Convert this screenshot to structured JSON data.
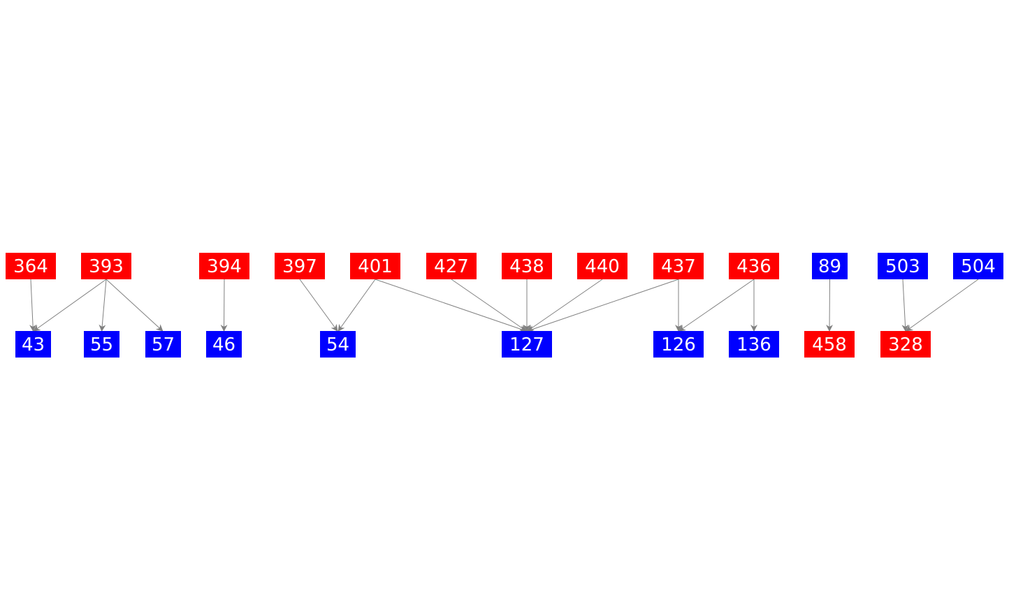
{
  "colors": {
    "red": "#ff0000",
    "blue": "#0000ff",
    "edge": "#808080"
  },
  "nodes": [
    {
      "id": "364",
      "color": "red"
    },
    {
      "id": "393",
      "color": "red"
    },
    {
      "id": "394",
      "color": "red"
    },
    {
      "id": "397",
      "color": "red"
    },
    {
      "id": "401",
      "color": "red"
    },
    {
      "id": "427",
      "color": "red"
    },
    {
      "id": "438",
      "color": "red"
    },
    {
      "id": "440",
      "color": "red"
    },
    {
      "id": "437",
      "color": "red"
    },
    {
      "id": "436",
      "color": "red"
    },
    {
      "id": "89",
      "color": "blue"
    },
    {
      "id": "503",
      "color": "blue"
    },
    {
      "id": "504",
      "color": "blue"
    },
    {
      "id": "43",
      "color": "blue"
    },
    {
      "id": "55",
      "color": "blue"
    },
    {
      "id": "57",
      "color": "blue"
    },
    {
      "id": "46",
      "color": "blue"
    },
    {
      "id": "54",
      "color": "blue"
    },
    {
      "id": "127",
      "color": "blue"
    },
    {
      "id": "126",
      "color": "blue"
    },
    {
      "id": "136",
      "color": "blue"
    },
    {
      "id": "458",
      "color": "red"
    },
    {
      "id": "328",
      "color": "red"
    }
  ],
  "edges": [
    {
      "from": "364",
      "to": "43"
    },
    {
      "from": "393",
      "to": "43"
    },
    {
      "from": "393",
      "to": "55"
    },
    {
      "from": "393",
      "to": "57"
    },
    {
      "from": "394",
      "to": "46"
    },
    {
      "from": "397",
      "to": "54"
    },
    {
      "from": "401",
      "to": "54"
    },
    {
      "from": "401",
      "to": "127"
    },
    {
      "from": "427",
      "to": "127"
    },
    {
      "from": "438",
      "to": "127"
    },
    {
      "from": "440",
      "to": "127"
    },
    {
      "from": "437",
      "to": "127"
    },
    {
      "from": "437",
      "to": "126"
    },
    {
      "from": "436",
      "to": "126"
    },
    {
      "from": "436",
      "to": "136"
    },
    {
      "from": "89",
      "to": "458"
    },
    {
      "from": "503",
      "to": "328"
    },
    {
      "from": "504",
      "to": "328"
    }
  ]
}
